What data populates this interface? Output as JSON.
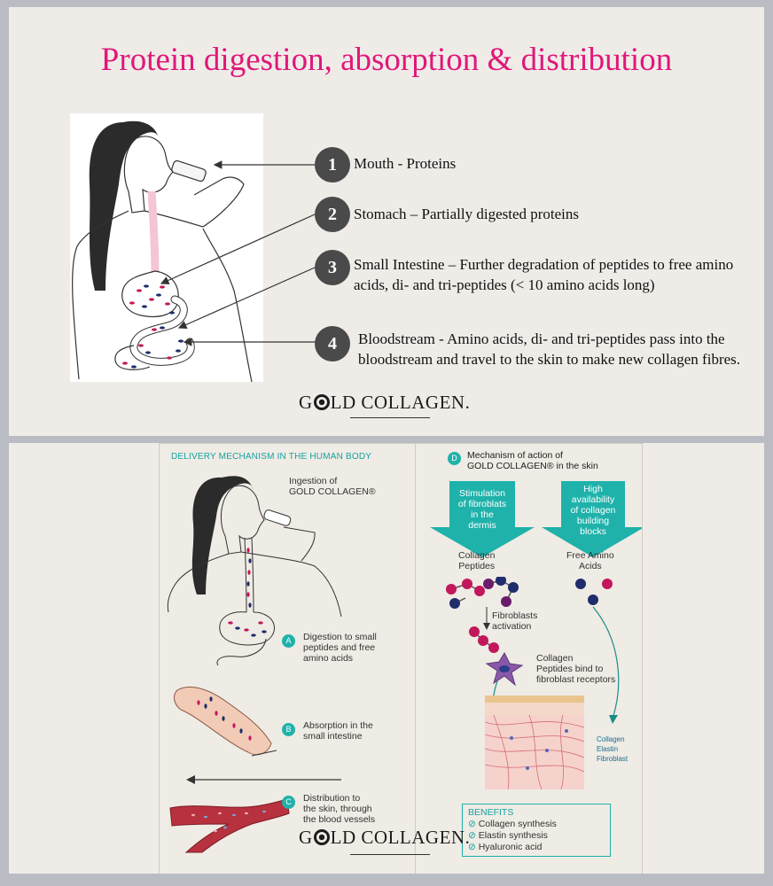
{
  "slide1": {
    "title": "Protein digestion, absorption & distribution",
    "steps": [
      {
        "num": "1",
        "text": "Mouth - Proteins"
      },
      {
        "num": "2",
        "text": "Stomach – Partially digested proteins"
      },
      {
        "num": "3",
        "text_line1": "Small Intestine – Further degradation of peptides to free amino",
        "text_line2": "acids, di- and tri-peptides (< 10 amino acids long)"
      },
      {
        "num": "4",
        "text_line1": "Bloodstream - Amino acids, di- and tri-peptides pass into the",
        "text_line2": "bloodstream and travel to the skin to make new collagen fibres."
      }
    ],
    "logo": {
      "pre": "G",
      "post": "LD COLLAGEN",
      "dot": "."
    }
  },
  "slide2": {
    "left_panel": {
      "heading": "DELIVERY MECHANISM IN THE HUMAN BODY",
      "ingestion_line1": "Ingestion of",
      "ingestion_line2": "GOLD COLLAGEN®",
      "step_a": {
        "badge": "A",
        "line1": "Digestion to small",
        "line2": "peptides and free",
        "line3": "amino acids"
      },
      "step_b": {
        "badge": "B",
        "line1": "Absorption in the",
        "line2": "small intestine"
      },
      "step_c": {
        "badge": "C",
        "line1": "Distribution to",
        "line2": "the skin, through",
        "line3": "the blood vessels"
      }
    },
    "right_panel": {
      "badge": "D",
      "heading_line1": "Mechanism of action of",
      "heading_line2": "GOLD COLLAGEN® in the skin",
      "arrow_left": [
        "Stimulation",
        "of fibroblats",
        "in the",
        "dermis"
      ],
      "arrow_right": [
        "High",
        "availability",
        "of collagen",
        "building",
        "blocks"
      ],
      "collagen_peptides": [
        "Collagen",
        "Peptides"
      ],
      "free_amino": [
        "Free Amino",
        "Acids"
      ],
      "fibroblasts_activation": [
        "Fibroblasts",
        "activation"
      ],
      "bind_text": [
        "Collagen",
        "Peptides bind to",
        "fibroblast receptors"
      ],
      "skin_labels": [
        "Collagen",
        "Elastin",
        "Fibroblast"
      ],
      "benefits_title": "BENEFITS",
      "benefits": [
        "Collagen synthesis",
        "Elastin synthesis",
        "Hyaluronic acid"
      ]
    },
    "logo": {
      "pre": "G",
      "post": "LD COLLAGEN",
      "dot": "."
    }
  },
  "colors": {
    "title": "#e0187a",
    "teal": "#1fb2aa",
    "magenta": "#c2185b",
    "navy": "#1f2d6b"
  }
}
